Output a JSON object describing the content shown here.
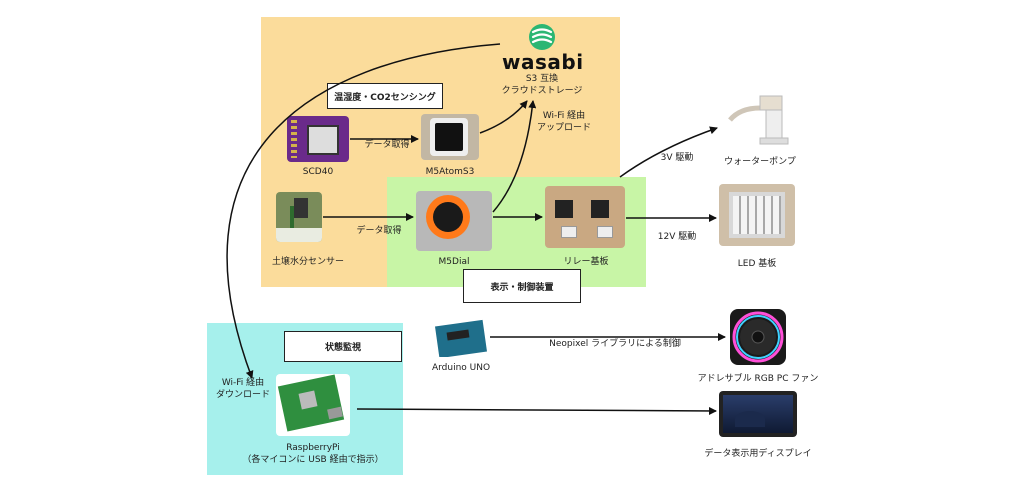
{
  "groups": {
    "sensing": "温湿度・CO2センシング",
    "control": "表示・制御装置",
    "monitor": "状態監視"
  },
  "cloud": {
    "logo_text": "wasabi",
    "caption_line1": "S3 互換",
    "caption_line2": "クラウドストレージ"
  },
  "devices": {
    "scd40": "SCD40",
    "m5atoms3": "M5AtomS3",
    "soil_sensor": "土壌水分センサー",
    "m5dial": "M5Dial",
    "relay": "リレー基板",
    "pump": "ウォーターポンプ",
    "led": "LED 基板",
    "arduino": "Arduino UNO",
    "fan": "アドレサブル RGB PC ファン",
    "rpi_line1": "RaspberryPi",
    "rpi_line2": "（各マイコンに USB 経由で指示）",
    "display": "データ表示用ディスプレイ"
  },
  "edges": {
    "scd_to_atom": "データ取得",
    "soil_to_dial": "データ取得",
    "wifi_upload_line1": "Wi-Fi 経由",
    "wifi_upload_line2": "アップロード",
    "pump_drive": "3V 駆動",
    "led_drive": "12V 駆動",
    "neopixel": "Neopixel ライブラリによる制御",
    "wifi_download_line1": "Wi-Fi 経由",
    "wifi_download_line2": "ダウンロード"
  },
  "colors": {
    "sensing_zone": "#fbdc9b",
    "control_zone": "#c8f5a6",
    "monitor_zone": "#a6f0ec",
    "wasabi_green": "#2bb673"
  }
}
